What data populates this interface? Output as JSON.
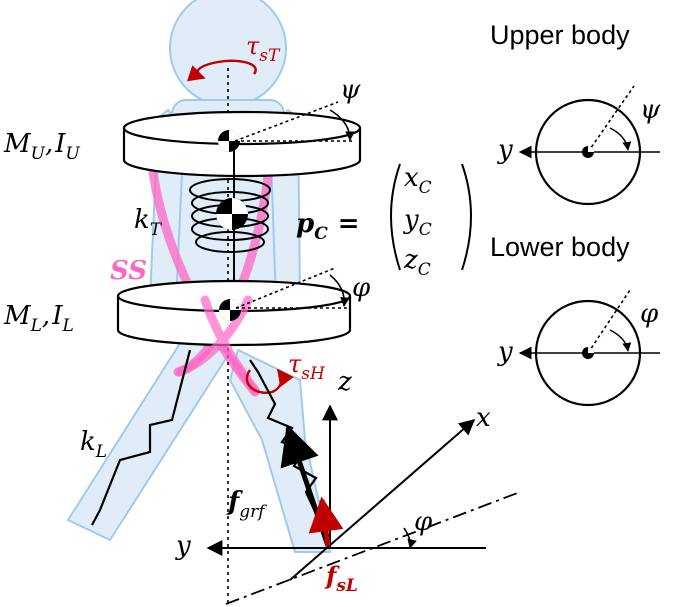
{
  "headings": {
    "upper_body": "Upper body",
    "lower_body": "Lower body"
  },
  "labels": {
    "tau_sT": {
      "base": "τ",
      "sub": "sT"
    },
    "tau_sH": {
      "base": "τ",
      "sub": "sH"
    },
    "psi": "ψ",
    "phi": "φ",
    "upper_mass": {
      "M": "M",
      "M_sub": "U",
      "sep": ",",
      "I": "I",
      "I_sub": "U"
    },
    "lower_mass": {
      "M": "M",
      "M_sub": "L",
      "sep": ",",
      "I": "I",
      "I_sub": "L"
    },
    "k_T": {
      "base": "k",
      "sub": "T"
    },
    "k_L": {
      "base": "k",
      "sub": "L"
    },
    "SS": "SS",
    "p_C": {
      "base": "p",
      "sub": "C",
      "eq": "="
    },
    "vector": {
      "x": {
        "base": "x",
        "sub": "C"
      },
      "y": {
        "base": "y",
        "sub": "C"
      },
      "z": {
        "base": "z",
        "sub": "C"
      }
    },
    "f_grf": {
      "base": "f",
      "sub": "grf"
    },
    "f_sL": {
      "base": "f",
      "sub": "sL"
    },
    "axis_x": "x",
    "axis_y": "y",
    "axis_z": "z",
    "inset_upper_y": "y",
    "inset_lower_y": "y",
    "inset_upper_angle": "ψ",
    "inset_lower_angle": "φ",
    "ground_angle": "φ"
  },
  "colors": {
    "body_fill": "#dbeaf7",
    "body_stroke": "#8fc3e6",
    "pink": "#ff66c4",
    "red": "#c00000",
    "black": "#000000"
  }
}
